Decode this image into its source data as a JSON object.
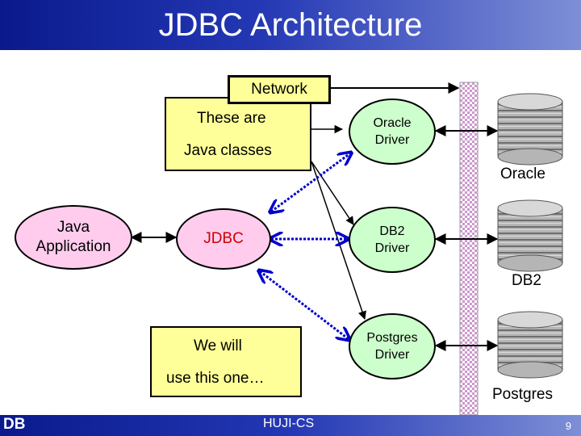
{
  "slide": {
    "title": "JDBC Architecture",
    "footer_left": "DB",
    "footer_center": "HUJI-CS",
    "page_number": "9"
  },
  "diagram": {
    "network_label": "Network",
    "note_top": [
      "These are",
      "Java classes"
    ],
    "note_bottom": [
      "We will",
      "use this one…"
    ],
    "app": [
      "Java",
      "Application"
    ],
    "jdbc": "JDBC",
    "drivers": [
      [
        "Oracle",
        "Driver"
      ],
      [
        "DB2",
        "Driver"
      ],
      [
        "Postgres",
        "Driver"
      ]
    ],
    "databases": [
      "Oracle",
      "DB2",
      "Postgres"
    ]
  },
  "colors": {
    "title_bar": "#1428a0",
    "note_fill": "#ffff99",
    "driver_fill": "#ccffcc",
    "app_fill": "#ffccee",
    "jdbc_text": "#cc0000",
    "dotted_arrow": "#0000cc",
    "network_band": "#cc99cc"
  }
}
